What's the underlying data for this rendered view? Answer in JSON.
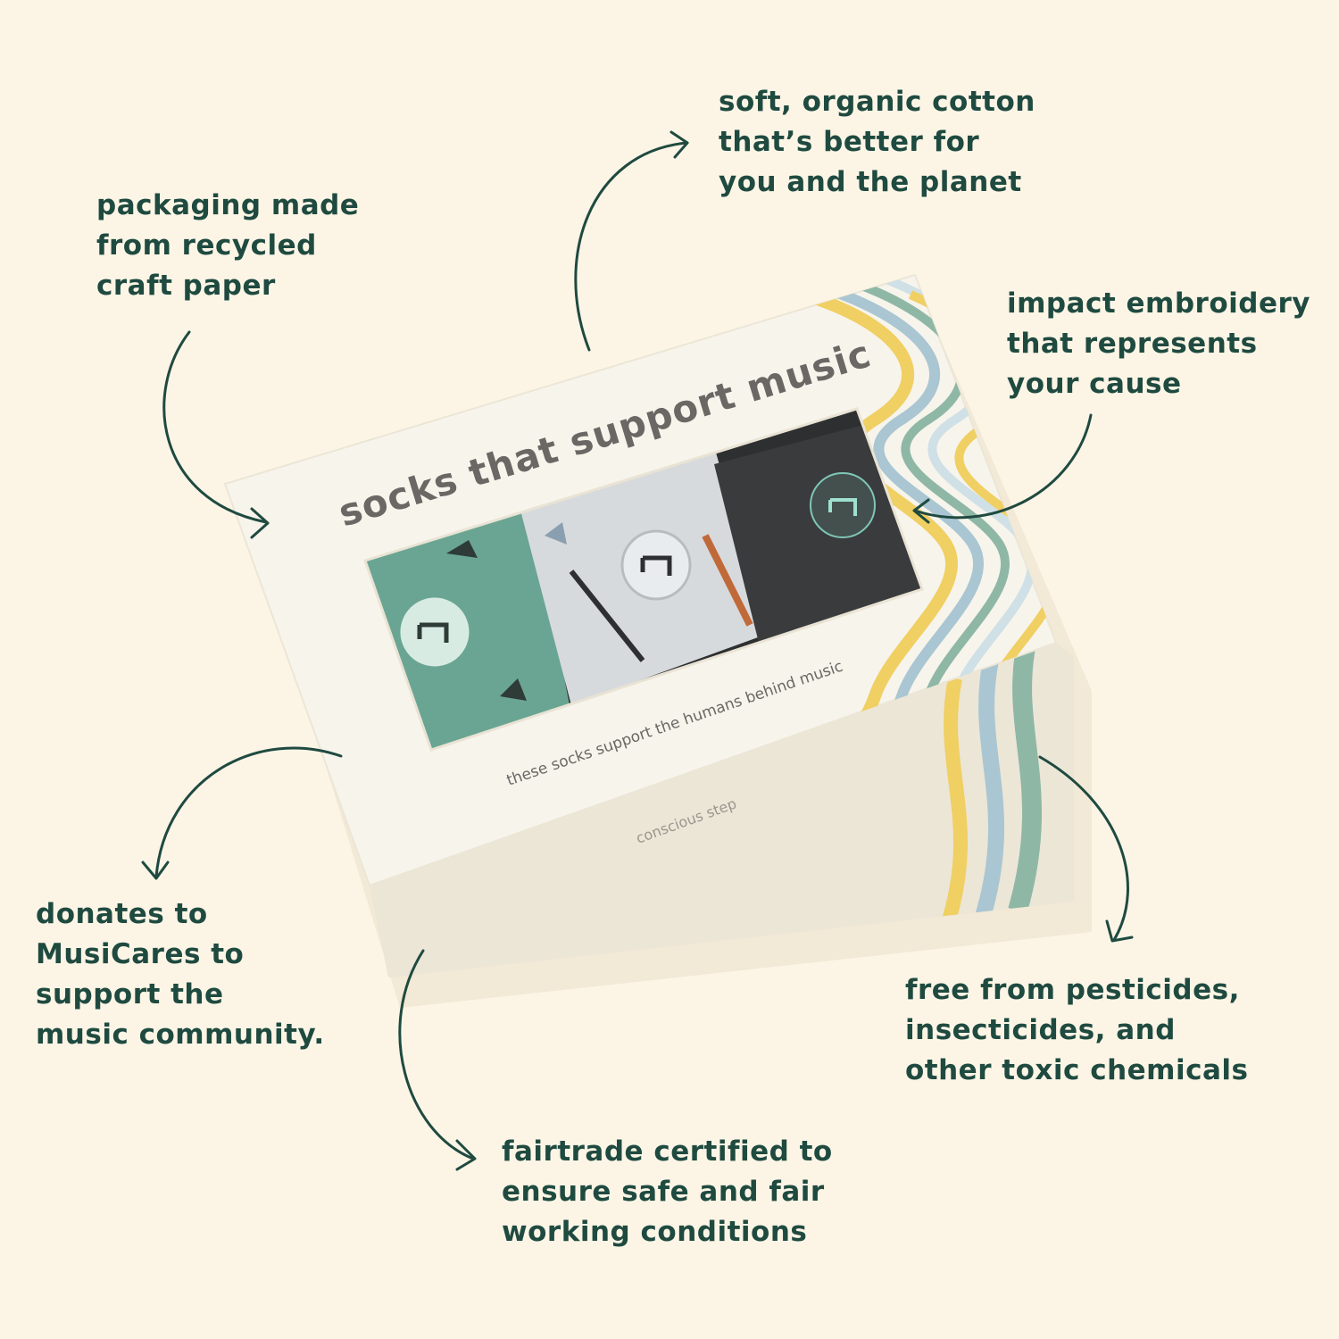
{
  "callouts": {
    "packaging": [
      "packaging made",
      "from recycled",
      "craft paper"
    ],
    "cotton": [
      "soft, organic cotton",
      "that’s better for",
      "you and the planet"
    ],
    "embroidery": [
      "impact embroidery",
      "that represents",
      "your cause"
    ],
    "donates": [
      "donates to",
      "MusiCares to",
      "support the",
      "music community."
    ],
    "pesticides": [
      "free from pesticides,",
      "insecticides, and",
      "other toxic chemicals"
    ],
    "fairtrade": [
      "fairtrade certified to",
      "ensure safe and fair",
      "working conditions"
    ]
  },
  "box": {
    "headline": "socks that support music",
    "tagline": "these socks support the humans behind music",
    "brand": "conscious step"
  },
  "colors": {
    "background": "#fcf5e6",
    "text": "#1f4a40",
    "box": "#f6f3ea",
    "sock_green": "#6aa593",
    "sock_grey": "#d7dadd",
    "sock_charcoal": "#3a3b3d",
    "stripe_yellow": "#f0cf63",
    "stripe_blue": "#a9c6d2",
    "stripe_green": "#8fb7a6"
  },
  "icons": [
    "music-note-badge-icon",
    "arrow-icon"
  ]
}
